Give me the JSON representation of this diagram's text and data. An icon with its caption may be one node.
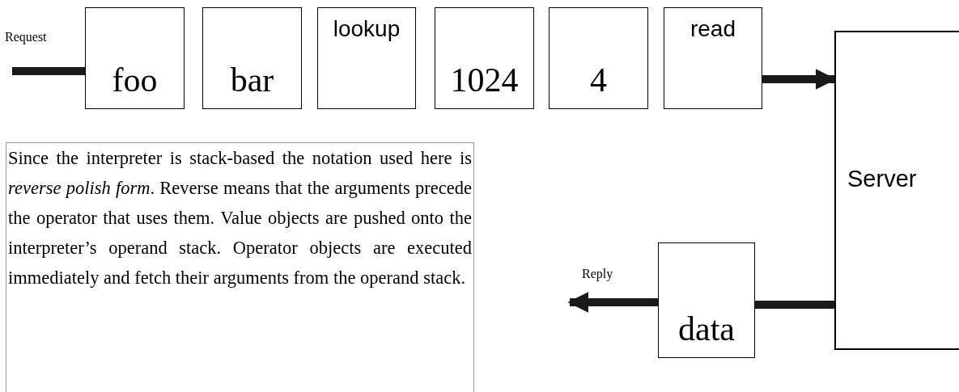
{
  "diagram": {
    "nodes": [
      {
        "text": [
          "foo"
        ]
      },
      {
        "text": [
          "bar"
        ]
      },
      {
        "text": [
          "lookup"
        ]
      },
      {
        "text": [
          "1024"
        ]
      },
      {
        "text": [
          "4"
        ]
      },
      {
        "text": [
          "read"
        ]
      },
      {
        "text": [
          "Server"
        ]
      },
      {
        "text": [
          "Since the interpreter is stack-based the notation used here is *reverse polish form*. Reverse means that the arguments precede the operator that uses them. Value objects are pushed onto the interpreter’s operand stack. Operator objects are executed immediately and fetch their arguments from the operand stack."
        ]
      },
      {
        "text": [
          "data"
        ]
      }
    ],
    "edges": [
      {
        "from": null,
        "to": 0,
        "arrow": "none",
        "label": "Request"
      },
      {
        "from": 5,
        "to": 6,
        "arrow": "to"
      },
      {
        "from": 6,
        "to": 8,
        "arrow": "none"
      },
      {
        "from": 8,
        "to": null,
        "arrow": "to",
        "label": "Reply"
      }
    ]
  }
}
